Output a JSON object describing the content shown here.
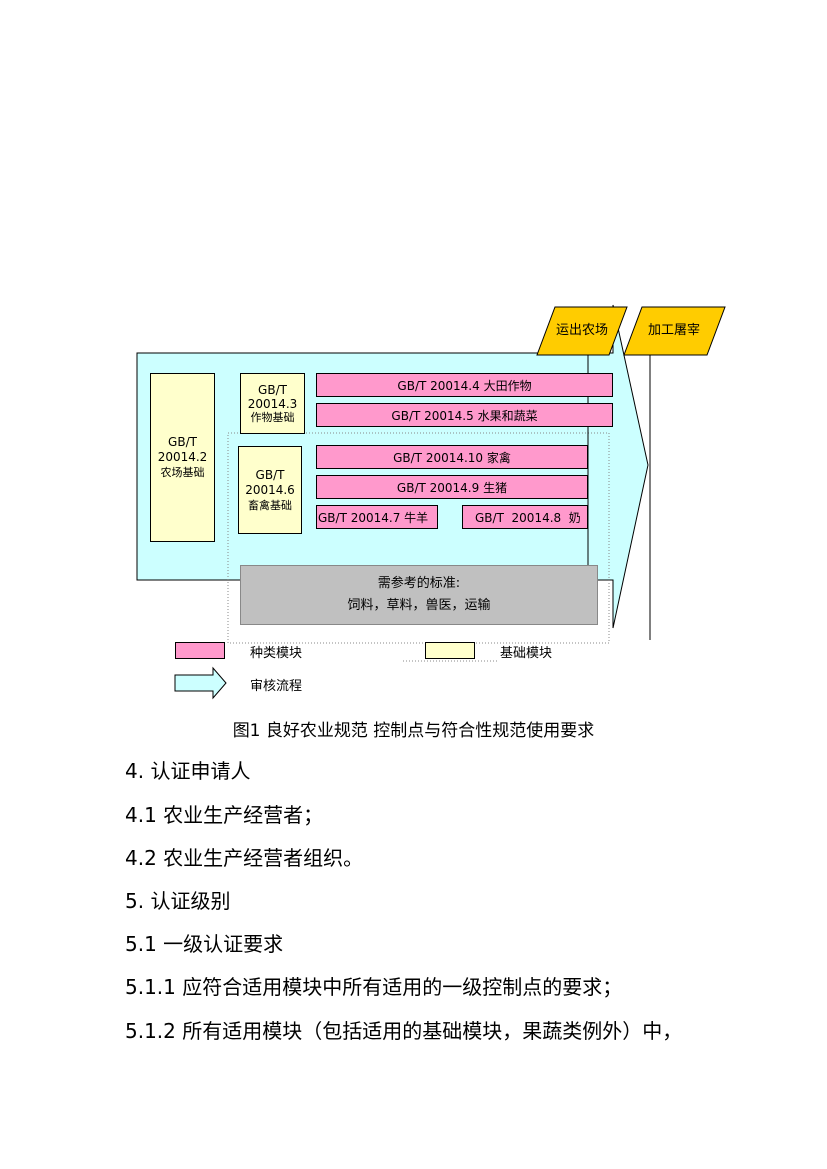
{
  "diagram": {
    "top_labels": [
      "运出农场",
      "加工屠宰"
    ],
    "farm_base": [
      "GB/T",
      "20014.2",
      "农场基础"
    ],
    "crop_base": [
      "GB/T",
      "20014.3",
      "作物基础"
    ],
    "livestock_base": [
      "GB/T",
      "20014.6",
      "畜禽基础"
    ],
    "crop_modules": [
      "GB/T 20014.4 大田作物",
      "GB/T 20014.5 水果和蔬菜"
    ],
    "livestock_modules": [
      "GB/T 20014.10 家禽",
      "GB/T 20014.9 生猪"
    ],
    "small_modules": [
      "GB/T 20014.7 牛羊",
      "GB/T  20014.8  奶"
    ],
    "reference_box": [
      "需参考的标准:",
      "饲料，草料，兽医，运输"
    ],
    "legend": {
      "category": "种类模块",
      "base": "基础模块",
      "flow": "审核流程"
    },
    "colors": {
      "process_bg": "#ccffff",
      "category_module": "#ff99cc",
      "base_module": "#ffffcc",
      "label_parallelogram": "#ffcc00",
      "reference_box": "#c0c0c0"
    }
  },
  "caption": "图1 良好农业规范 控制点与符合性规范使用要求",
  "paragraphs": [
    "4. 认证申请人",
    "4.1 农业生产经营者；",
    "4.2 农业生产经营者组织。",
    "5. 认证级别",
    "5.1 一级认证要求",
    "5.1.1 应符合适用模块中所有适用的一级控制点的要求；",
    "5.1.2 所有适用模块（包括适用的基础模块，果蔬类例外）中，"
  ]
}
